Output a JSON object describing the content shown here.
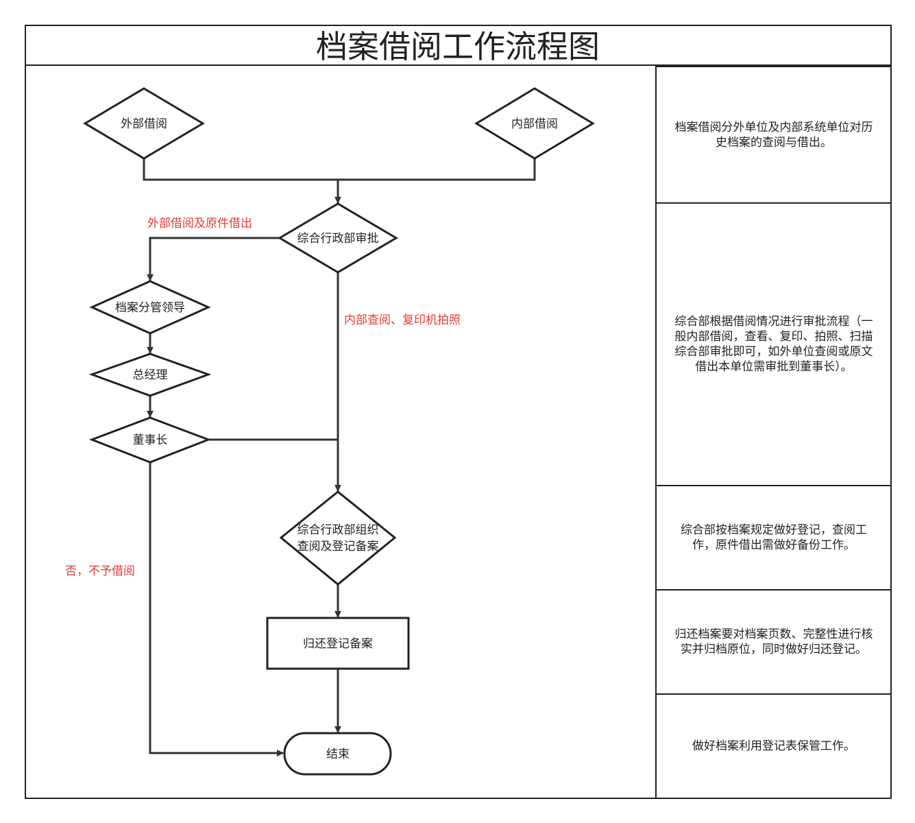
{
  "title": "档案借阅工作流程图",
  "nodes": {
    "external": "外部借阅",
    "internal": "内部借阅",
    "admin_approve": "综合行政部审批",
    "archive_leader": "档案分管领导",
    "gm": "总经理",
    "chairman": "董事长",
    "organize_line1": "综合行政部组织",
    "organize_line2": "查阅及登记备案",
    "return": "归还登记备案",
    "end": "结束"
  },
  "edge_labels": {
    "external_original": "外部借阅及原件借出",
    "internal_copy": "内部查阅、复印机拍照",
    "reject": "否，不予借阅"
  },
  "notes": [
    "档案借阅分外单位及内部系统单位对历史档案的查阅与借出。",
    "综合部根据借阅情况进行审批流程（一般内部借阅，查看、复印、拍照、扫描综合部审批即可，如外单位查阅或原文借出本单位需审批到董事长）。",
    "综合部按档案规定做好登记，查阅工作，原件借出需做好备份工作。",
    "归还档案要对档案页数、完整性进行核实并归档原位，同时做好归还登记。",
    "做好档案利用登记表保管工作。"
  ]
}
